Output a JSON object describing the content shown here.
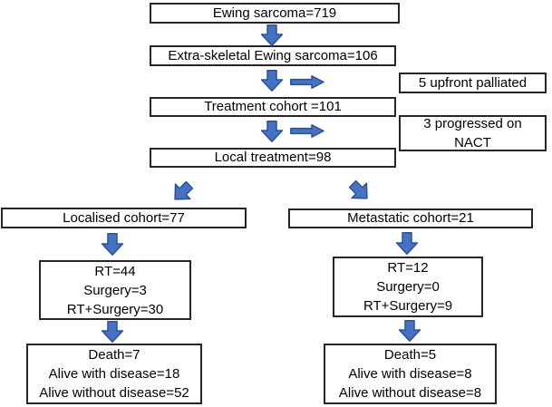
{
  "flowchart": {
    "colors": {
      "arrow_fill": "#4472C4",
      "arrow_border": "#2F528F",
      "box_border": "#262626",
      "box_background": "#FFFFFF",
      "text": "#000000"
    },
    "boxes": {
      "ewing": {
        "label": "Ewing sarcoma=719"
      },
      "extra_skeletal": {
        "label": "Extra-skeletal Ewing sarcoma=106"
      },
      "treatment_cohort": {
        "label": "Treatment cohort =101"
      },
      "local_treatment": {
        "label": "Local treatment=98"
      },
      "upfront_palliated": {
        "label": "5 upfront palliated"
      },
      "progressed_nact": {
        "lines": [
          "3 progressed on",
          "NACT"
        ]
      },
      "localised_cohort": {
        "label": "Localised cohort=77"
      },
      "metastatic_cohort": {
        "label": "Metastatic cohort=21"
      },
      "localised_treatment": {
        "lines": [
          "RT=44",
          "Surgery=3",
          "RT+Surgery=30"
        ]
      },
      "metastatic_treatment": {
        "lines": [
          "RT=12",
          "Surgery=0",
          "RT+Surgery=9"
        ]
      },
      "localised_outcome": {
        "lines": [
          "Death=7",
          "Alive with disease=18",
          "Alive without disease=52"
        ]
      },
      "metastatic_outcome": {
        "lines": [
          "Death=5",
          "Alive with disease=8",
          "Alive without disease=8"
        ]
      }
    }
  }
}
